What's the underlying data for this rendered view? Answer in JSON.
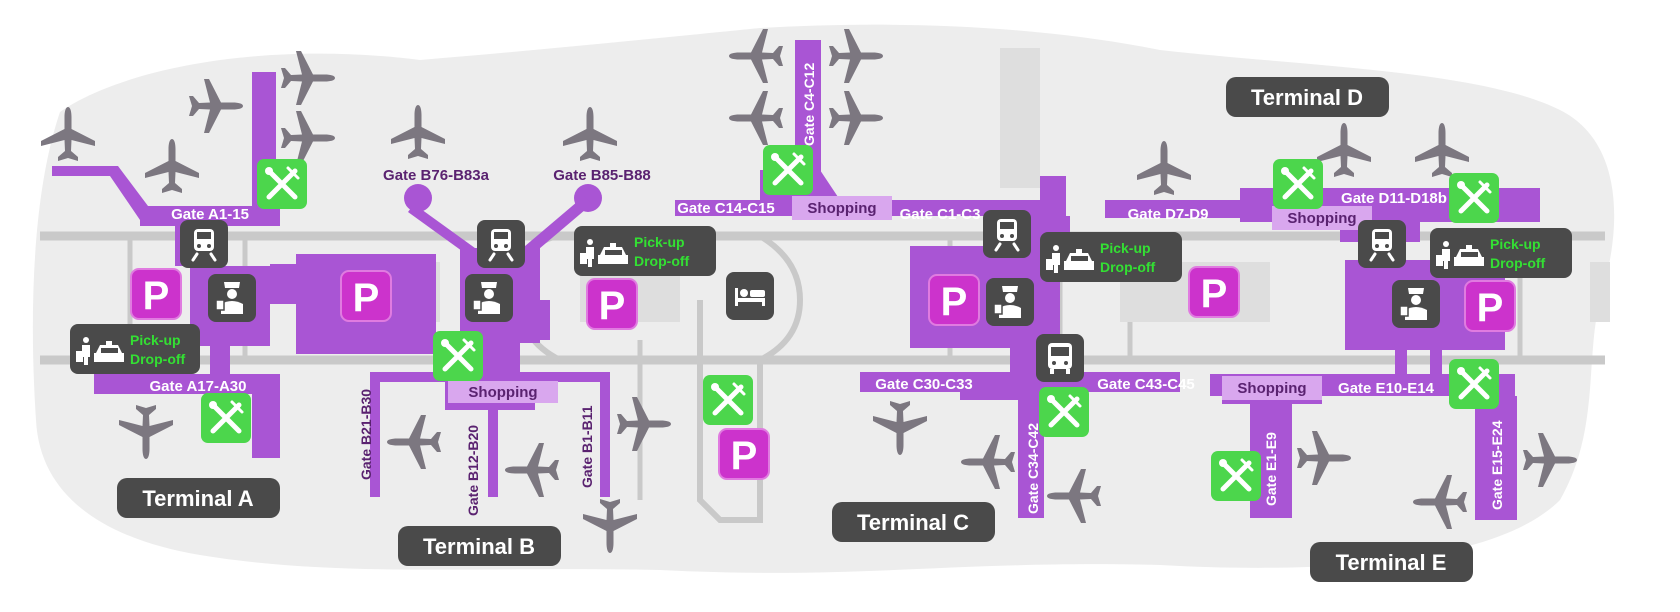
{
  "colors": {
    "background": "#ededed",
    "concourse": "#a955d4",
    "parking": "#cc33cc",
    "dining": "#4cd64c",
    "service_icon": "#4a4a4a",
    "pickup_text": "#33e033",
    "label_box": "#4a4a4a",
    "shopping": "#d9a7ee"
  },
  "terminals": [
    {
      "id": "a",
      "label": "Terminal A"
    },
    {
      "id": "b",
      "label": "Terminal B"
    },
    {
      "id": "c",
      "label": "Terminal C"
    },
    {
      "id": "d",
      "label": "Terminal D"
    },
    {
      "id": "e",
      "label": "Terminal E"
    }
  ],
  "gates": {
    "a1": "Gate A1-15",
    "a17": "Gate A17-A30",
    "b76": "Gate B76-B83a",
    "b85": "Gate B85-B88",
    "b21": "Gate B21-B30",
    "b12": "Gate B12-B20",
    "b1": "Gate B1-B11",
    "c4": "Gate C4-C12",
    "c14": "Gate C14-C15",
    "c1": "Gate C1-C3",
    "c30": "Gate C30-C33",
    "c34": "Gate C34-C42",
    "c43": "Gate C43-C45",
    "d7": "Gate D7-D9",
    "d11": "Gate D11-D18b",
    "e1": "Gate E1-E9",
    "e10": "Gate E10-E14",
    "e15": "Gate E15-E24"
  },
  "shopping_label": "Shopping",
  "parking_label": "P",
  "pickup": {
    "line1": "Pick-up",
    "line2": "Drop-off"
  },
  "icons": {
    "parking": "parking-icon",
    "dining": "fork-knife-icon",
    "train": "train-icon",
    "security": "security-officer-icon",
    "hotel": "bed-icon",
    "bus": "bus-icon",
    "taxi": "taxi-icon",
    "plane": "airplane-icon"
  }
}
